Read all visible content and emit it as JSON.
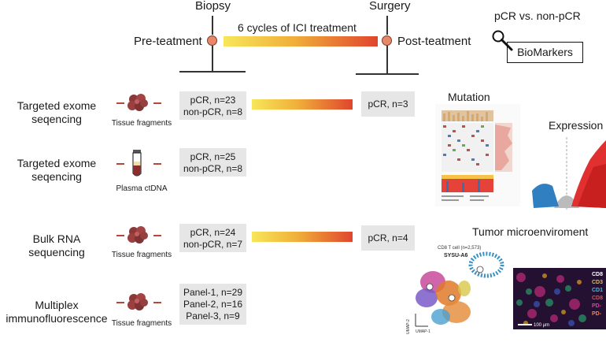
{
  "timeline": {
    "biopsy": "Biopsy",
    "surgery": "Surgery",
    "pre": "Pre-teatment",
    "post": "Post-teatment",
    "treatment": "6 cycles of ICI treatment",
    "comparison": "pCR vs. non-pCR",
    "biomarkers": "BioMarkers"
  },
  "rows": [
    {
      "label_line1": "Targeted exome",
      "label_line2": "seqencing",
      "caption": "Tissue fragments",
      "pre_line1": "pCR, n=23",
      "pre_line2": "non-pCR, n=8",
      "post": "pCR, n=3"
    },
    {
      "label_line1": "Targeted exome",
      "label_line2": "seqencing",
      "caption": "Plasma ctDNA",
      "pre_line1": "pCR, n=25",
      "pre_line2": "non-pCR, n=8"
    },
    {
      "label_line1": "Bulk RNA",
      "label_line2": "sequencing",
      "caption": "Tissue fragments",
      "pre_line1": "pCR, n=24",
      "pre_line2": "non-pCR, n=7",
      "post": "pCR, n=4"
    },
    {
      "label_line1": "Multiplex",
      "label_line2": "immunofluorescence",
      "caption": "Tissue fragments",
      "pre_line1": "Panel-1, n=29",
      "pre_line2": "Panel-2, n=16",
      "pre_line3": "Panel-3, n=9"
    }
  ],
  "panels": {
    "mutation": "Mutation",
    "expression": "Expression",
    "tme": "Tumor microenviroment",
    "umap_title": "CD8 T cell (n=2,573)",
    "umap_sub": "SYSU-A6",
    "umap_y": "UMAP-2",
    "umap_x": "UMAP-1",
    "scalebar": "100 μm",
    "legend": [
      "CD8",
      "CD3",
      "CD1",
      "CD8",
      "PD-",
      "PD-"
    ]
  },
  "colors": {
    "dot": "#e8876a",
    "grad_start": "#f7e65a",
    "grad_end": "#e0452e",
    "box": "#e6e6e6"
  }
}
